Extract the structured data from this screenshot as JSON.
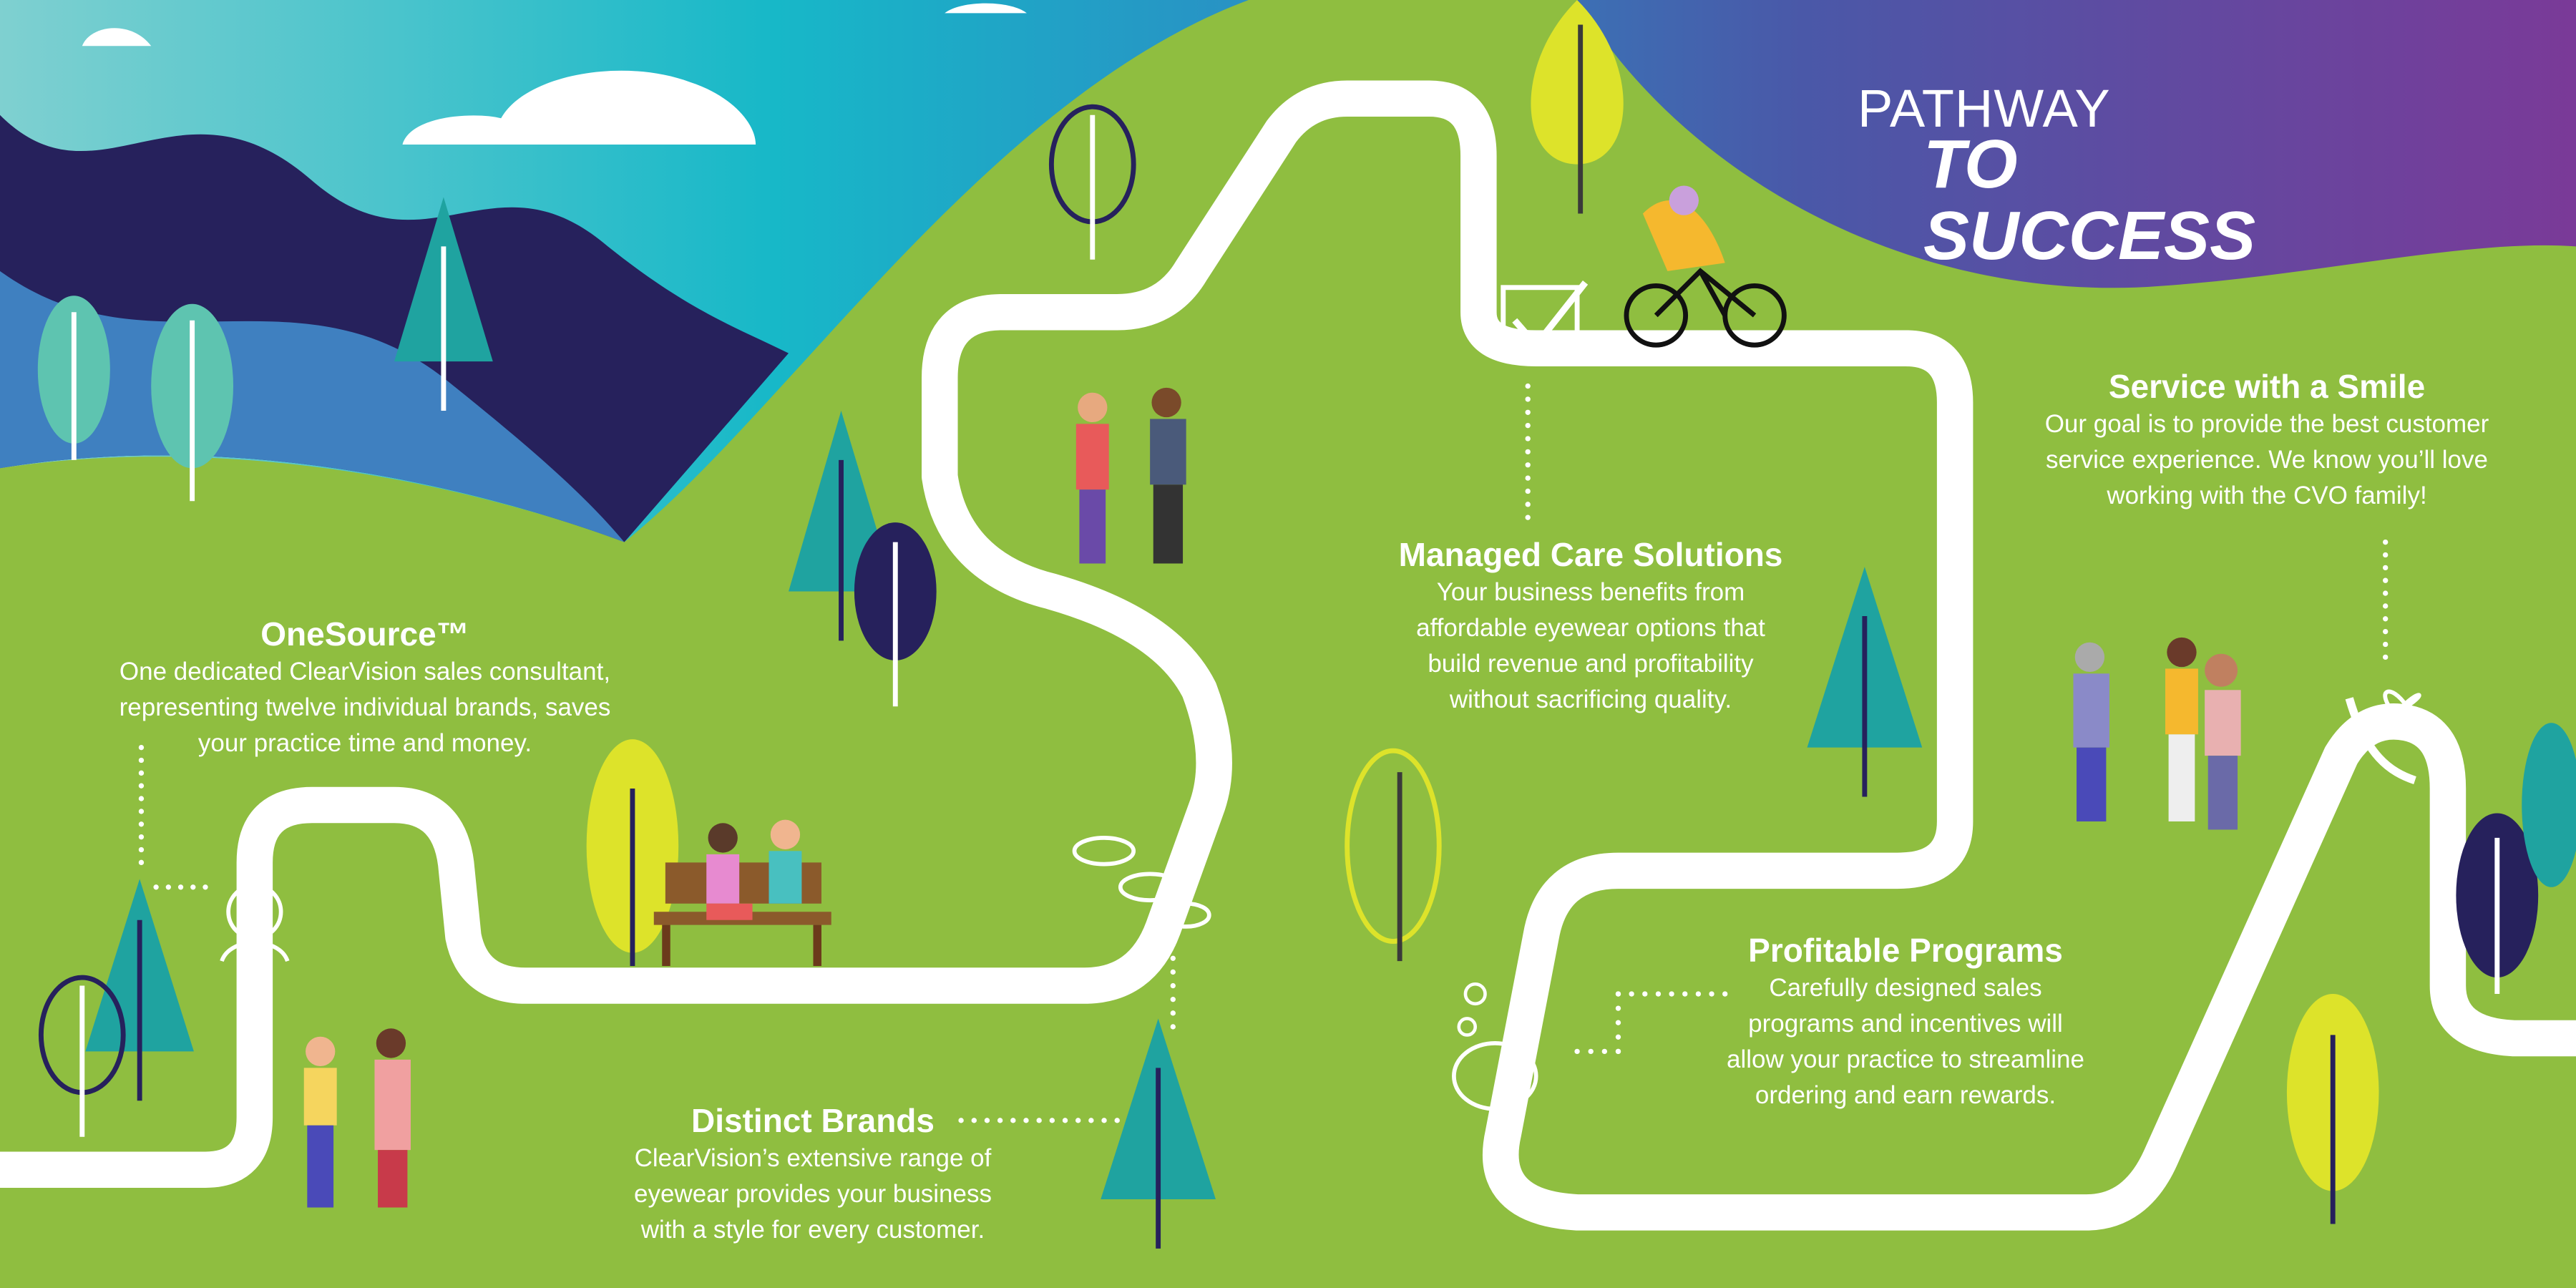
{
  "title": {
    "line1": "PATHWAY",
    "line2": "TO SUCCESS"
  },
  "sections": [
    {
      "heading": "OneSource™",
      "lines": [
        "One dedicated ClearVision sales consultant,",
        "representing twelve individual brands, saves",
        "your practice time and money."
      ]
    },
    {
      "heading": "Distinct Brands",
      "lines": [
        "ClearVision’s extensive range of",
        "eyewear provides your business",
        "with a style for every customer."
      ]
    },
    {
      "heading": "Managed Care Solutions",
      "lines": [
        "Your business benefits from",
        "affordable eyewear options that",
        "build revenue and profitability",
        "without sacrificing quality."
      ]
    },
    {
      "heading": "Profitable Programs",
      "lines": [
        "Carefully designed sales",
        "programs and incentives will",
        "allow your practice to streamline",
        "ordering and earn rewards."
      ]
    },
    {
      "heading": "Service with a Smile",
      "lines": [
        "Our goal is to provide the best customer",
        "service experience. We know you’ll love",
        "working with the CVO family!"
      ]
    }
  ],
  "colors": {
    "green": "#8fbe40",
    "navy": "#26215c",
    "teal": "#1fa3a0",
    "purple": "#7a3a98",
    "lime": "#dde32a"
  }
}
